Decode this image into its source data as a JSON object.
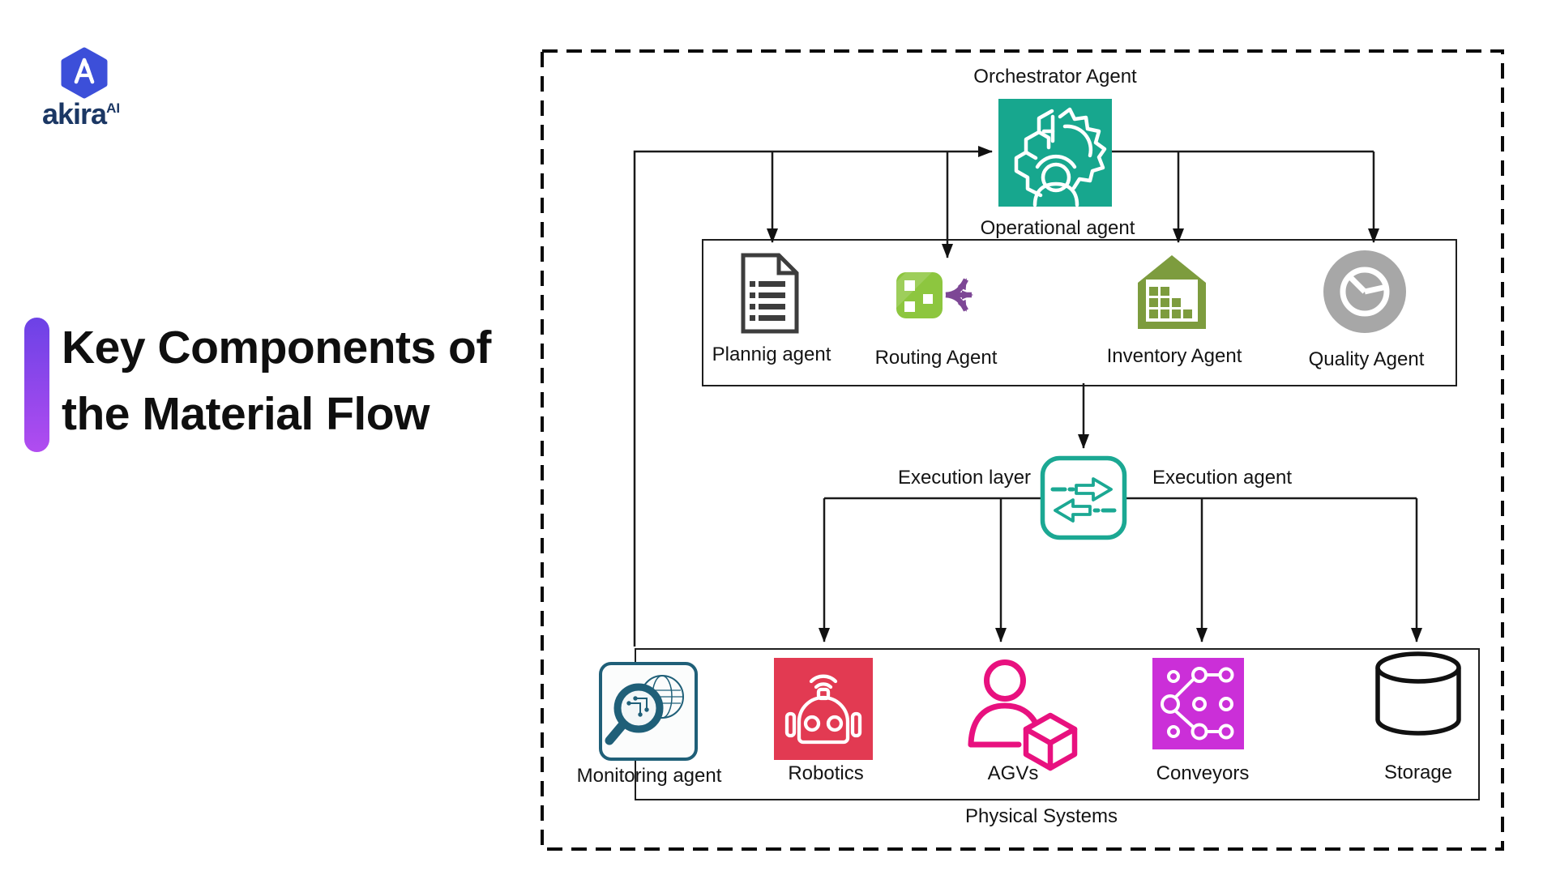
{
  "page": {
    "background": "#ffffff",
    "line_color": "#1a1a1a",
    "dashed_border_color": "#0a0a0a"
  },
  "header": {
    "logo": {
      "wordmark": "akira",
      "superscript": "AI",
      "hexagon_color": "#3c4fd9",
      "text_color": "#1b3764"
    }
  },
  "sidebar_title": {
    "line1": "Key Components of",
    "line2": "the Material Flow",
    "bar_gradient_top": "#6c42e6",
    "bar_gradient_bottom": "#b14cf0"
  },
  "diagram": {
    "orchestrator": {
      "label": "Orchestrator Agent",
      "icon": "ai-brain-gear-person-icon",
      "color": "#17a78e"
    },
    "operational": {
      "box_label": "Operational agent",
      "agents": [
        {
          "label": "Plannig agent",
          "icon": "document-checklist-icon",
          "color": "#3d3d3d"
        },
        {
          "label": "Routing Agent",
          "icon": "load-balancer-branch-icon",
          "color": "#8dc63f",
          "arrow_color": "#7d4795"
        },
        {
          "label": "Inventory Agent",
          "icon": "warehouse-stock-icon",
          "color": "#7d9c3e"
        },
        {
          "label": "Quality Agent",
          "icon": "pie-chart-icon",
          "color": "#a7a7a7"
        }
      ]
    },
    "execution": {
      "label_left": "Execution layer",
      "label_right": "Execution agent",
      "icon": "transfer-arrows-icon",
      "color": "#1ba893"
    },
    "physical": {
      "box_label": "Physical Systems",
      "systems": [
        {
          "label": "Monitoring agent",
          "icon": "magnifier-globe-icon",
          "color": "#1f5f78"
        },
        {
          "label": "Robotics",
          "icon": "robot-head-icon",
          "color": "#e23a52"
        },
        {
          "label": "AGVs",
          "icon": "person-package-icon",
          "color": "#e8117f"
        },
        {
          "label": "Conveyors",
          "icon": "network-nodes-icon",
          "color": "#cb2fd8"
        },
        {
          "label": "Storage",
          "icon": "database-cylinder-icon",
          "color": "#111111"
        }
      ]
    }
  }
}
